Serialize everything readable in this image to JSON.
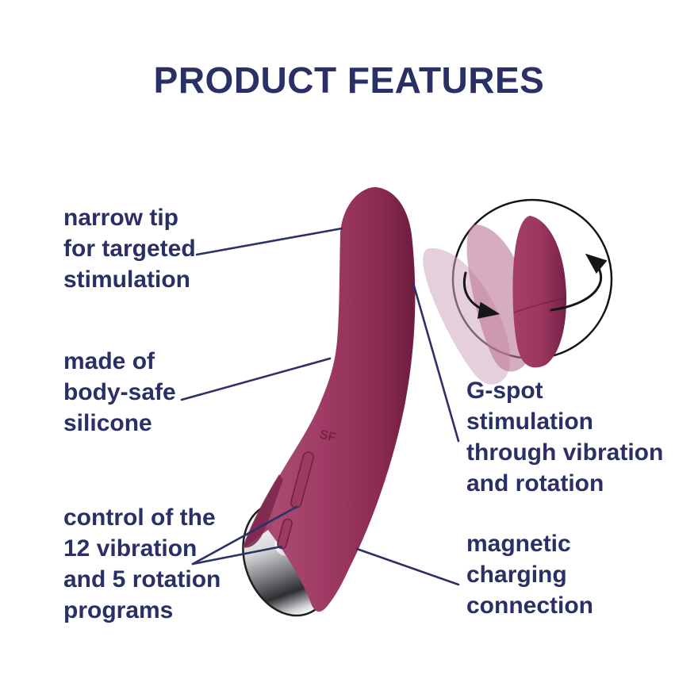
{
  "title": "PRODUCT FEATURES",
  "features": [
    {
      "id": "narrow-tip",
      "side": "left",
      "text": "narrow tip\nfor targeted\nstimulation"
    },
    {
      "id": "body-safe",
      "side": "left",
      "text": "made of\nbody-safe\nsilicone"
    },
    {
      "id": "controls",
      "side": "left",
      "text": "control of the\n12 vibration\nand 5 rotation\nprograms"
    },
    {
      "id": "gspot",
      "side": "right",
      "text": "G-spot\nstimulation\nthrough vibration\nand rotation"
    },
    {
      "id": "charging",
      "side": "right",
      "text": "magnetic\ncharging\nconnection"
    }
  ],
  "device": {
    "logo_text": "SF"
  },
  "icons": [
    "rotation-arrow-left-icon",
    "rotation-arrow-right-icon"
  ],
  "colors": {
    "navy": "#283065",
    "line": "#2b3166",
    "body": "#9e3a62",
    "body_dark": "#6f1f41",
    "body_light": "#b25a7e",
    "ghost_pink_far": "#d0a8bc",
    "ghost_pink_near": "#bb7495",
    "chrome_light": "#f4f4f6",
    "chrome_dark": "#2e2e31",
    "inset_stroke": "#141414"
  }
}
